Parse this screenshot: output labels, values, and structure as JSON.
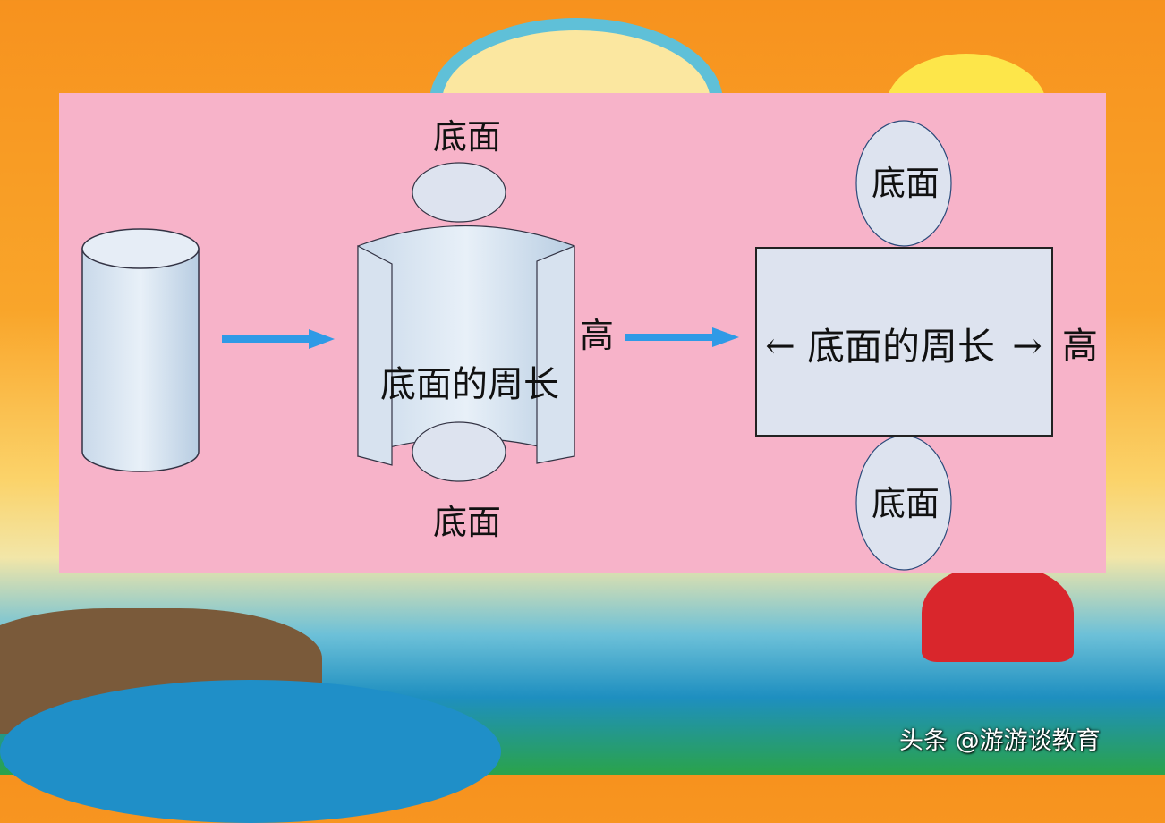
{
  "labels": {
    "top_base_middle": "底面",
    "bottom_base_middle": "底面",
    "height_middle": "高",
    "circumference_middle": "底面的周长",
    "top_base_right": "底面",
    "bottom_base_right": "底面",
    "circumference_right": "底面的周长",
    "height_right": "高",
    "arrow_left": "←",
    "arrow_right": "→"
  },
  "watermark": "头条 @游游谈教育",
  "colors": {
    "panel": "#f7b3c9",
    "shape": "#dde3ef",
    "arrow": "#2f9ae6"
  }
}
